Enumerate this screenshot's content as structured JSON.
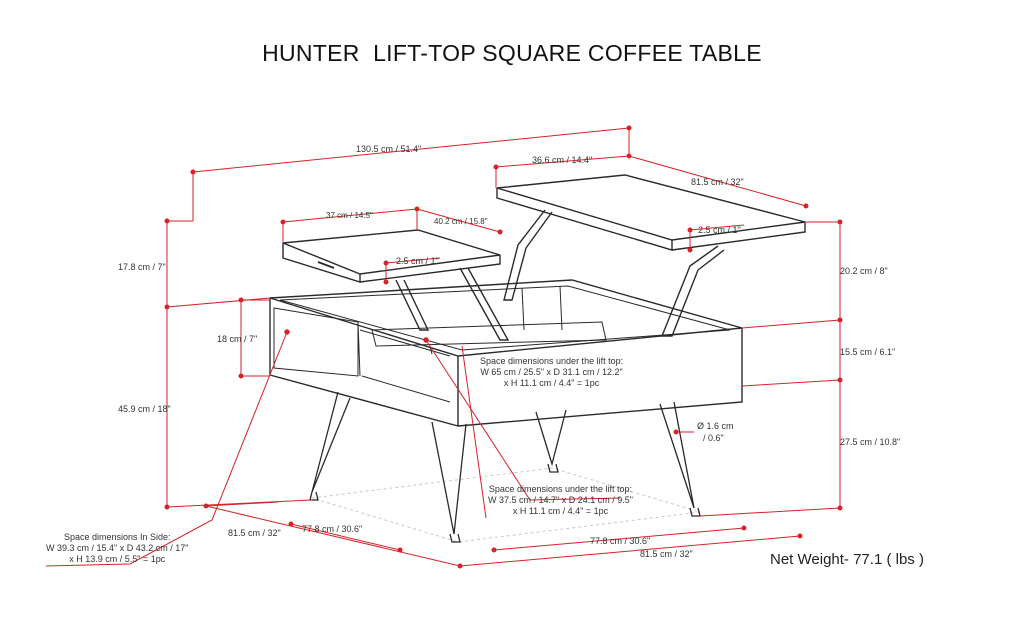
{
  "title": "HUNTER  LIFT-TOP SQUARE COFFEE TABLE",
  "dimensions": {
    "overall_width": "130.5 cm / 51.4\"",
    "lift_top_depth": "36.6 cm / 14.4\"",
    "lift_top_width": "81.5 cm / 32\"",
    "side_top_width": "37 cm / 14.5\"",
    "side_top_depth": "40.2 cm / 15.8\"",
    "right_top_thickness": "2.5 cm / 1\"",
    "left_top_thickness": "2.5 cm / 1\"",
    "lift_height_left": "17.8 cm / 7\"",
    "lift_height_right": "20.2 cm / 8\"",
    "side_opening_height": "18 cm / 7\"",
    "box_height": "15.5 cm / 6.1\"",
    "overall_height": "45.9 cm / 18\"",
    "leg_height": "27.5 cm / 10.8\"",
    "leg_diameter_line1": "Ø 1.6 cm",
    "leg_diameter_line2": "/ 0.6\"",
    "base_depth": "81.5 cm / 32\"",
    "leg_span_depth": "77.8 cm / 30.6\"",
    "leg_span_width": "77.8 cm / 30.6\"",
    "base_width": "81.5 cm / 32\""
  },
  "notes": {
    "under_top_main": [
      "Space dimensions under the lift top:",
      "W 65 cm / 25.5\" x D 31.1 cm / 12.2\"",
      "x H 11.1 cm / 4.4\" = 1pc"
    ],
    "under_top_side": [
      "Space dimensions under the lift top:",
      "W 37.5 cm / 14.7\" x D 24.1 cm / 9.5\"",
      "x H 11.1 cm / 4.4\" = 1pc"
    ],
    "inside": [
      "Space dimensions In Side:",
      "W 39.3 cm / 15.4\" x D 43.2 cm / 17\"",
      "x H 13.9 cm / 5.5\" = 1pc"
    ]
  },
  "net_weight": "Net Weight- 77.1 ( lbs )",
  "colors": {
    "dimension_line": "#d8222a",
    "outline": "#2a2a2a",
    "floor_hatch": "#c8c8c8"
  }
}
